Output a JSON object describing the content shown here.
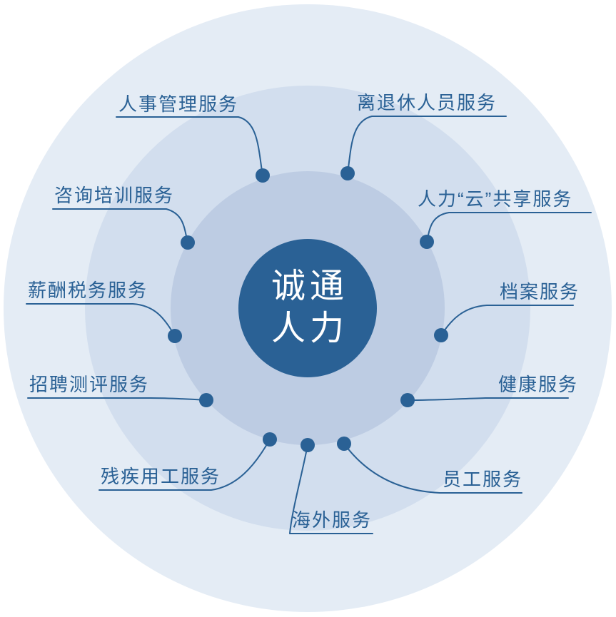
{
  "center": {
    "line1": "诚通",
    "line2": "人力"
  },
  "services": [
    {
      "id": "personnel-management",
      "label": "人事管理服务"
    },
    {
      "id": "retiree-services",
      "label": "离退休人员服务"
    },
    {
      "id": "hr-cloud-sharing",
      "label": "人力“云”共享服务"
    },
    {
      "id": "archives",
      "label": "档案服务"
    },
    {
      "id": "health",
      "label": "健康服务"
    },
    {
      "id": "employee",
      "label": "员工服务"
    },
    {
      "id": "overseas",
      "label": "海外服务"
    },
    {
      "id": "disabled-employment",
      "label": "残疾用工服务"
    },
    {
      "id": "recruitment-assessment",
      "label": "招聘测评服务"
    },
    {
      "id": "payroll-tax",
      "label": "薪酬税务服务"
    },
    {
      "id": "consulting-training",
      "label": "咨询培训服务"
    }
  ],
  "colors": {
    "accent": "#2a6195",
    "center_circle": "#2a6195",
    "ring_outer": "#e4ecf5",
    "ring_middle": "#d2deee",
    "ring_inner": "#bdcce3"
  }
}
